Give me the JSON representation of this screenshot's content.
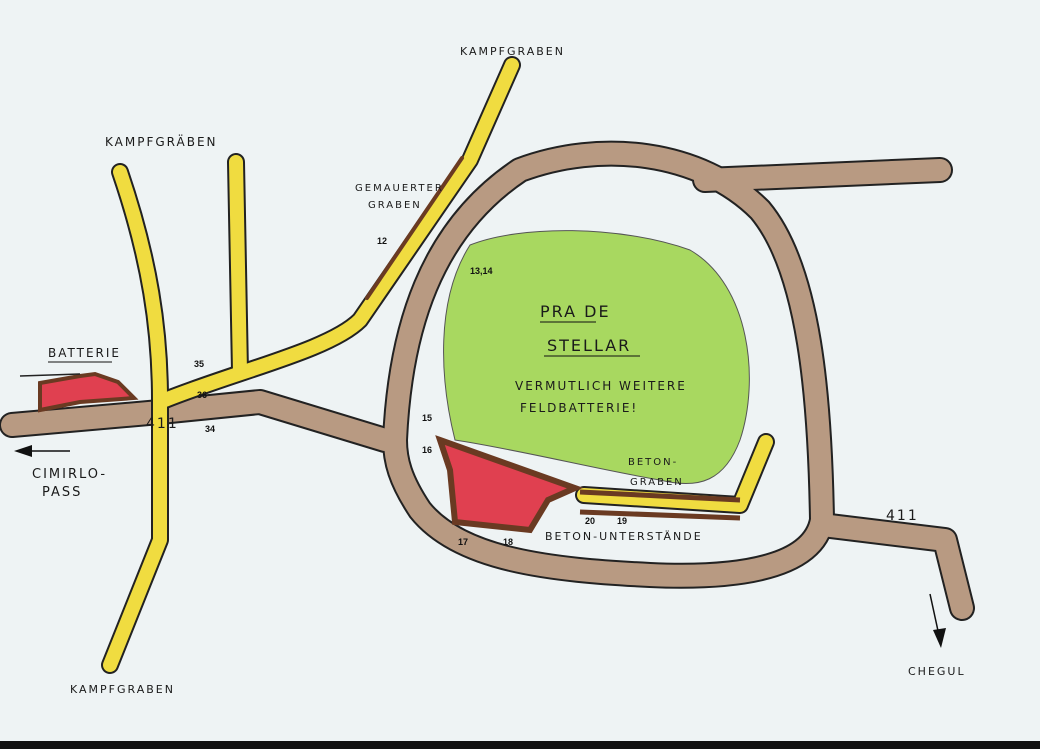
{
  "title": "PRA DE STELLAR",
  "labels": {
    "kampfgraben_top": "KAMPFGRABEN",
    "kampfgraeben_left": "KAMPFGRÄBEN",
    "kampfgraben_bottom": "KAMPFGRABEN",
    "gemauerter_1": "GEMAUERTER",
    "gemauerter_2": "GRABEN",
    "pra_1": "PRA DE",
    "pra_2": "STELLAR",
    "vermutlich_1": "VERMUTLICH WEITERE",
    "vermutlich_2": "FELDBATTERIE!",
    "batterie": "BATTERIE",
    "road_west": "411",
    "road_east": "411",
    "cimirlo_1": "CIMIRLO-",
    "cimirlo_2": "PASS",
    "beton_graben_1": "BETON-",
    "beton_graben_2": "GRABEN",
    "beton_unterstaende": "BETON-UNTERSTÄNDE",
    "chegul": "CHEGUL"
  },
  "points": [
    "12",
    "13,14",
    "15",
    "16",
    "17",
    "18",
    "19",
    "20",
    "34",
    "35",
    "36"
  ],
  "colors": {
    "paper": "#eef3f4",
    "road": "#b89a82",
    "trench": "#f0dc40",
    "meadow": "#a8d860",
    "battery": "#e04050",
    "wall": "#6a3a22"
  }
}
